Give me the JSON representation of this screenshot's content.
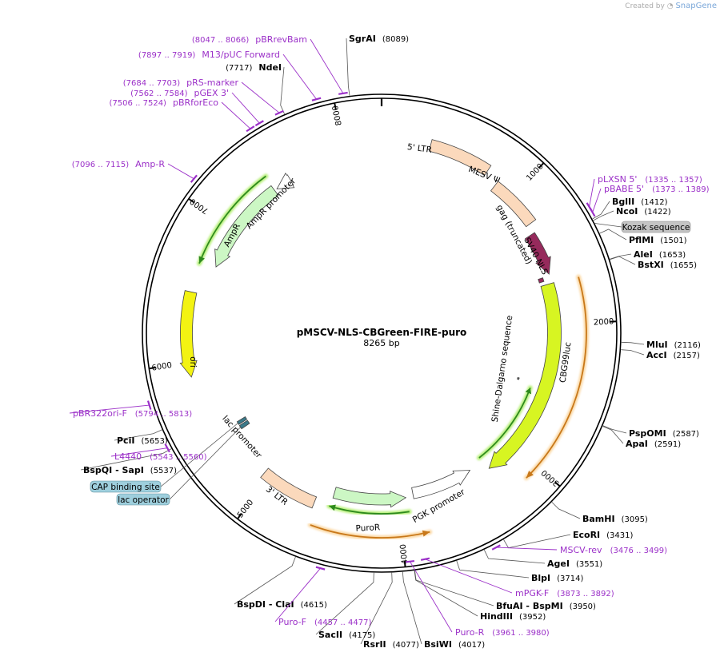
{
  "credit": {
    "created_by": "Created by",
    "brand": "SnapGene"
  },
  "plasmid": {
    "name": "pMSCV-NLS-CBGreen-FIRE-puro",
    "size": "8265 bp"
  },
  "ticks": [
    "1000",
    "2000",
    "3000",
    "4000",
    "5000",
    "6000",
    "7000",
    "8000"
  ],
  "sites": [
    {
      "name": "SgrAI",
      "pos": "(8089)"
    },
    {
      "name": "NdeI",
      "pos": "(7717)"
    },
    {
      "name": "BglII",
      "pos": "(1412)"
    },
    {
      "name": "NcoI",
      "pos": "(1422)"
    },
    {
      "name": "PflMI",
      "pos": "(1501)"
    },
    {
      "name": "AleI",
      "pos": "(1653)"
    },
    {
      "name": "BstXI",
      "pos": "(1655)"
    },
    {
      "name": "MluI",
      "pos": "(2116)"
    },
    {
      "name": "AccI",
      "pos": "(2157)"
    },
    {
      "name": "PspOMI",
      "pos": "(2587)"
    },
    {
      "name": "ApaI",
      "pos": "(2591)"
    },
    {
      "name": "BamHI",
      "pos": "(3095)"
    },
    {
      "name": "EcoRI",
      "pos": "(3431)"
    },
    {
      "name": "AgeI",
      "pos": "(3551)"
    },
    {
      "name": "BlpI",
      "pos": "(3714)"
    },
    {
      "name": "BfuAI - BspMI",
      "pos": "(3950)"
    },
    {
      "name": "HindIII",
      "pos": "(3952)"
    },
    {
      "name": "BsiWI",
      "pos": "(4017)"
    },
    {
      "name": "RsrII",
      "pos": "(4077)"
    },
    {
      "name": "SacII",
      "pos": "(4175)"
    },
    {
      "name": "BspDI - ClaI",
      "pos": "(4615)"
    },
    {
      "name": "PciI",
      "pos": "(5653)"
    },
    {
      "name": "BspQI - SapI",
      "pos": "(5537)"
    }
  ],
  "primers": [
    {
      "name": "pBRrevBam",
      "range": "(8047 .. 8066)"
    },
    {
      "name": "M13/pUC Forward",
      "range": "(7897 .. 7919)"
    },
    {
      "name": "pRS-marker",
      "range": "(7684 .. 7703)"
    },
    {
      "name": "pGEX 3'",
      "range": "(7562 .. 7584)"
    },
    {
      "name": "pBRforEco",
      "range": "(7506 .. 7524)"
    },
    {
      "name": "Amp-R",
      "range": "(7096 .. 7115)"
    },
    {
      "name": "pLXSN 5'",
      "range": "(1335 .. 1357)"
    },
    {
      "name": "pBABE 5'",
      "range": "(1373 .. 1389)"
    },
    {
      "name": "MSCV-rev",
      "range": "(3476 .. 3499)"
    },
    {
      "name": "mPGK-F",
      "range": "(3873 .. 3892)"
    },
    {
      "name": "Puro-R",
      "range": "(3961 .. 3980)"
    },
    {
      "name": "Puro-F",
      "range": "(4457 .. 4477)"
    },
    {
      "name": "pBR322ori-F",
      "range": "(5794 .. 5813)"
    },
    {
      "name": "L4440",
      "range": "(5543 .. 5560)"
    }
  ],
  "features": {
    "ltr5": "5' LTR",
    "mesv": "MESV Ψ",
    "gag": "gag (truncated)",
    "sv40": "SV40 NLS",
    "cbg": "CBG99luc",
    "shine": "Shine-Dalgarno sequence",
    "pgk": "PGK promoter",
    "puror": "PuroR",
    "ltr3": "3' LTR",
    "lacprom": "lac promoter",
    "ori": "ori",
    "ampr": "AmpR",
    "amprprom": "AmpR promoter",
    "kozak": "Kozak sequence",
    "cap": "CAP binding site",
    "lacop": "lac operator"
  },
  "colors": {
    "primer": "#9b30c8",
    "ltr": "#fbd9bc",
    "gag": "#962a5c",
    "cbg": "#d7f522",
    "ori": "#f3f312",
    "ampr": "#ccf7c4",
    "puro": "#ccf7c4",
    "orf_line": "#2e8a1e",
    "orf_glow": "#b8f07a",
    "orange_line": "#c8781a",
    "orange_glow": "#fbd9a6",
    "badge_gray": "#c4c4c4",
    "badge_teal": "#9ecfdd"
  }
}
